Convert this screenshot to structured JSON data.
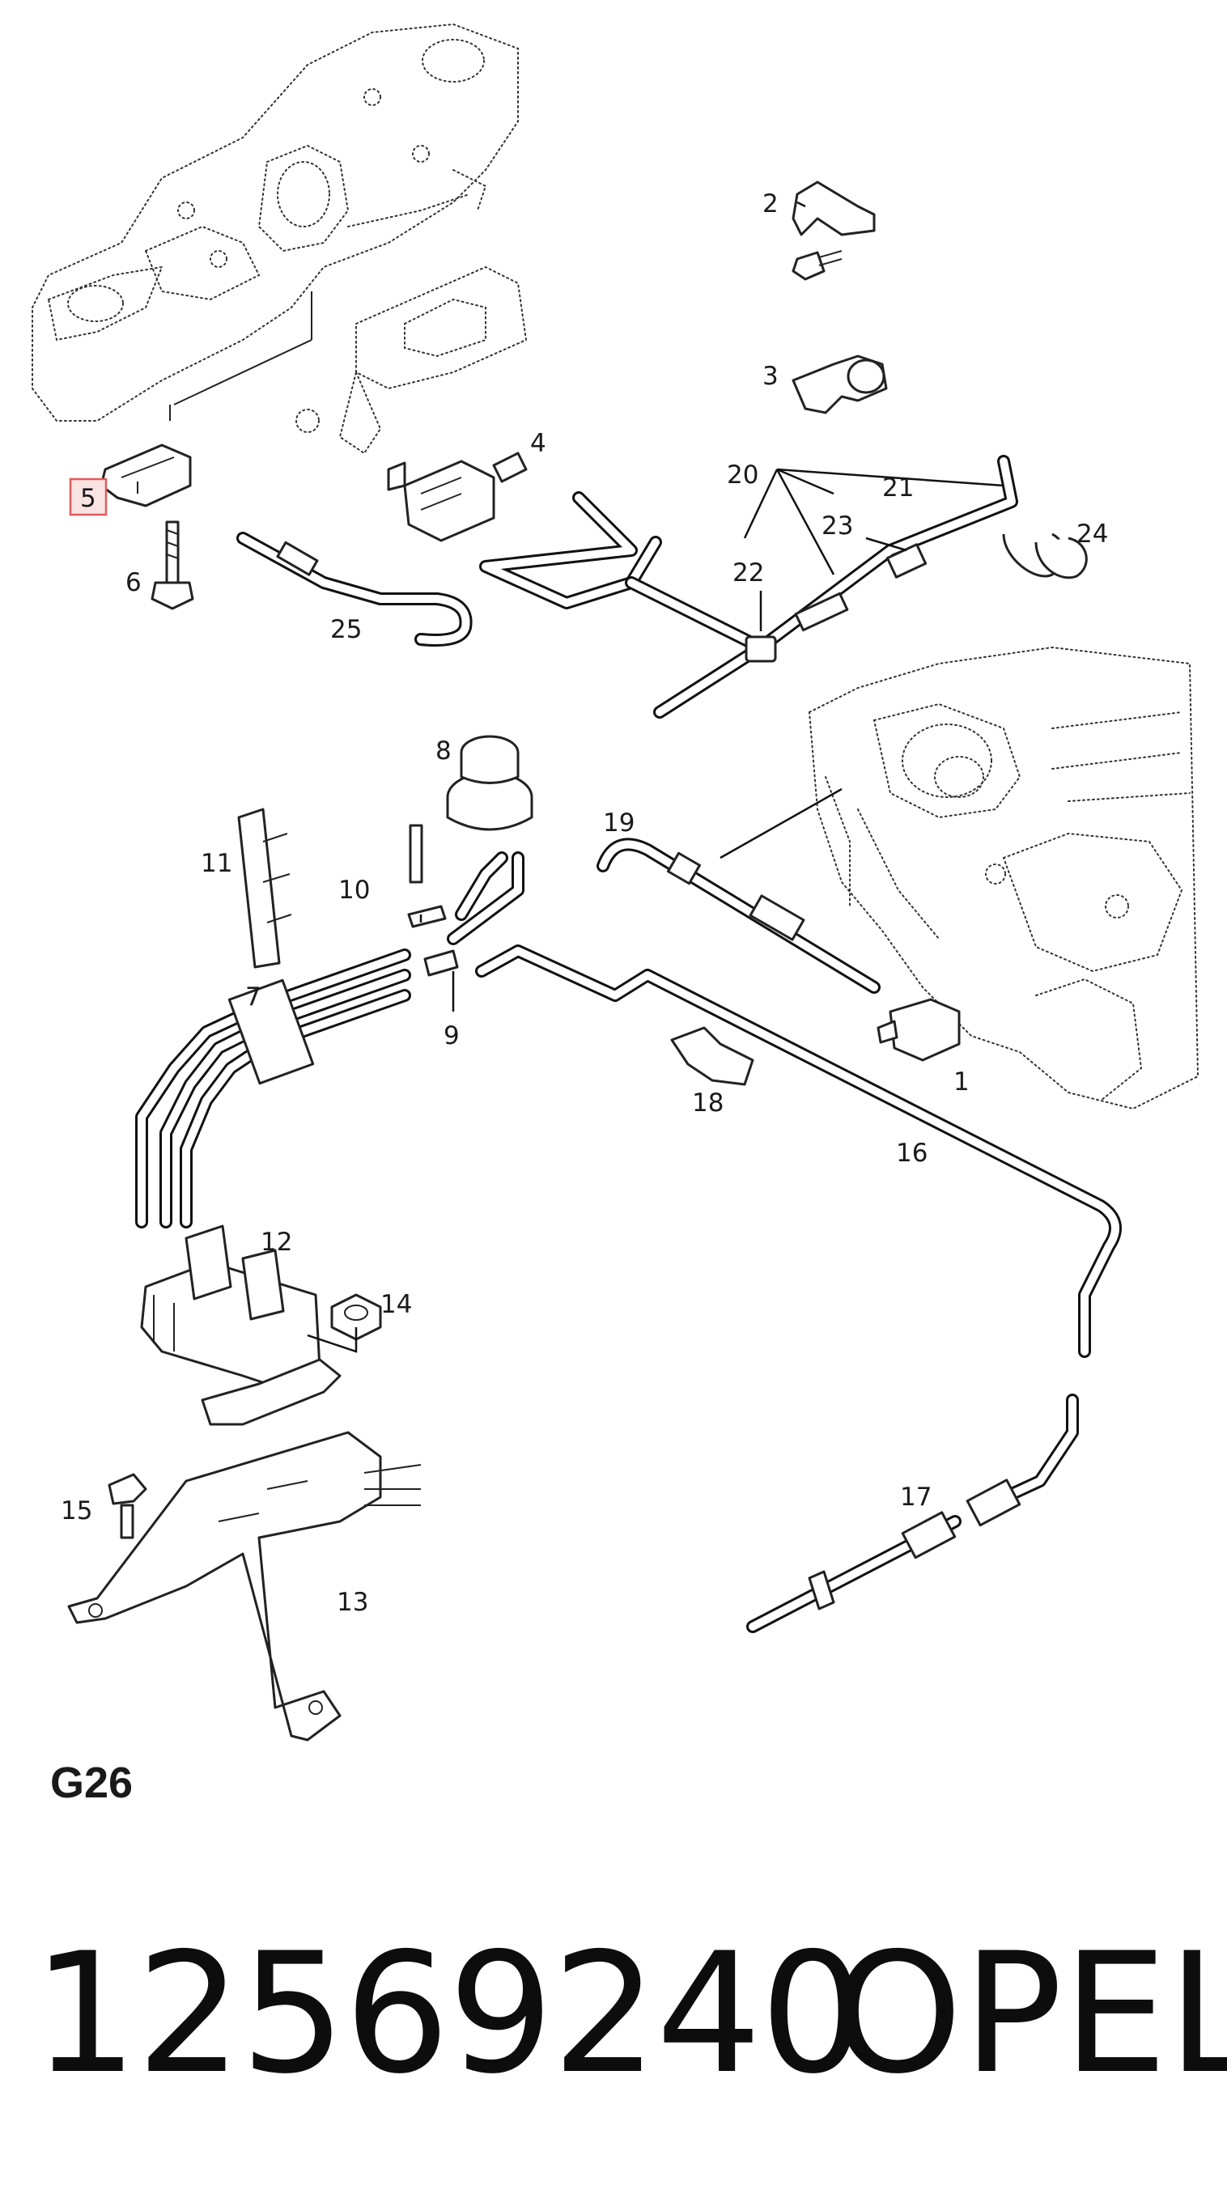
{
  "figure_code": "G26",
  "part_number": "12569240",
  "brand": "OPEL",
  "highlighted_callout": "5",
  "highlight_color": "#e15a5a",
  "callouts": {
    "c1": "1",
    "c2": "2",
    "c3": "3",
    "c4": "4",
    "c5": "5",
    "c6": "6",
    "c7": "7",
    "c8": "8",
    "c9": "9",
    "c10": "10",
    "c11": "11",
    "c12": "12",
    "c13": "13",
    "c14": "14",
    "c15": "15",
    "c16": "16",
    "c17": "17",
    "c18": "18",
    "c19": "19",
    "c20": "20",
    "c21": "21",
    "c22": "22",
    "c23": "23",
    "c24": "24",
    "c25": "25"
  }
}
